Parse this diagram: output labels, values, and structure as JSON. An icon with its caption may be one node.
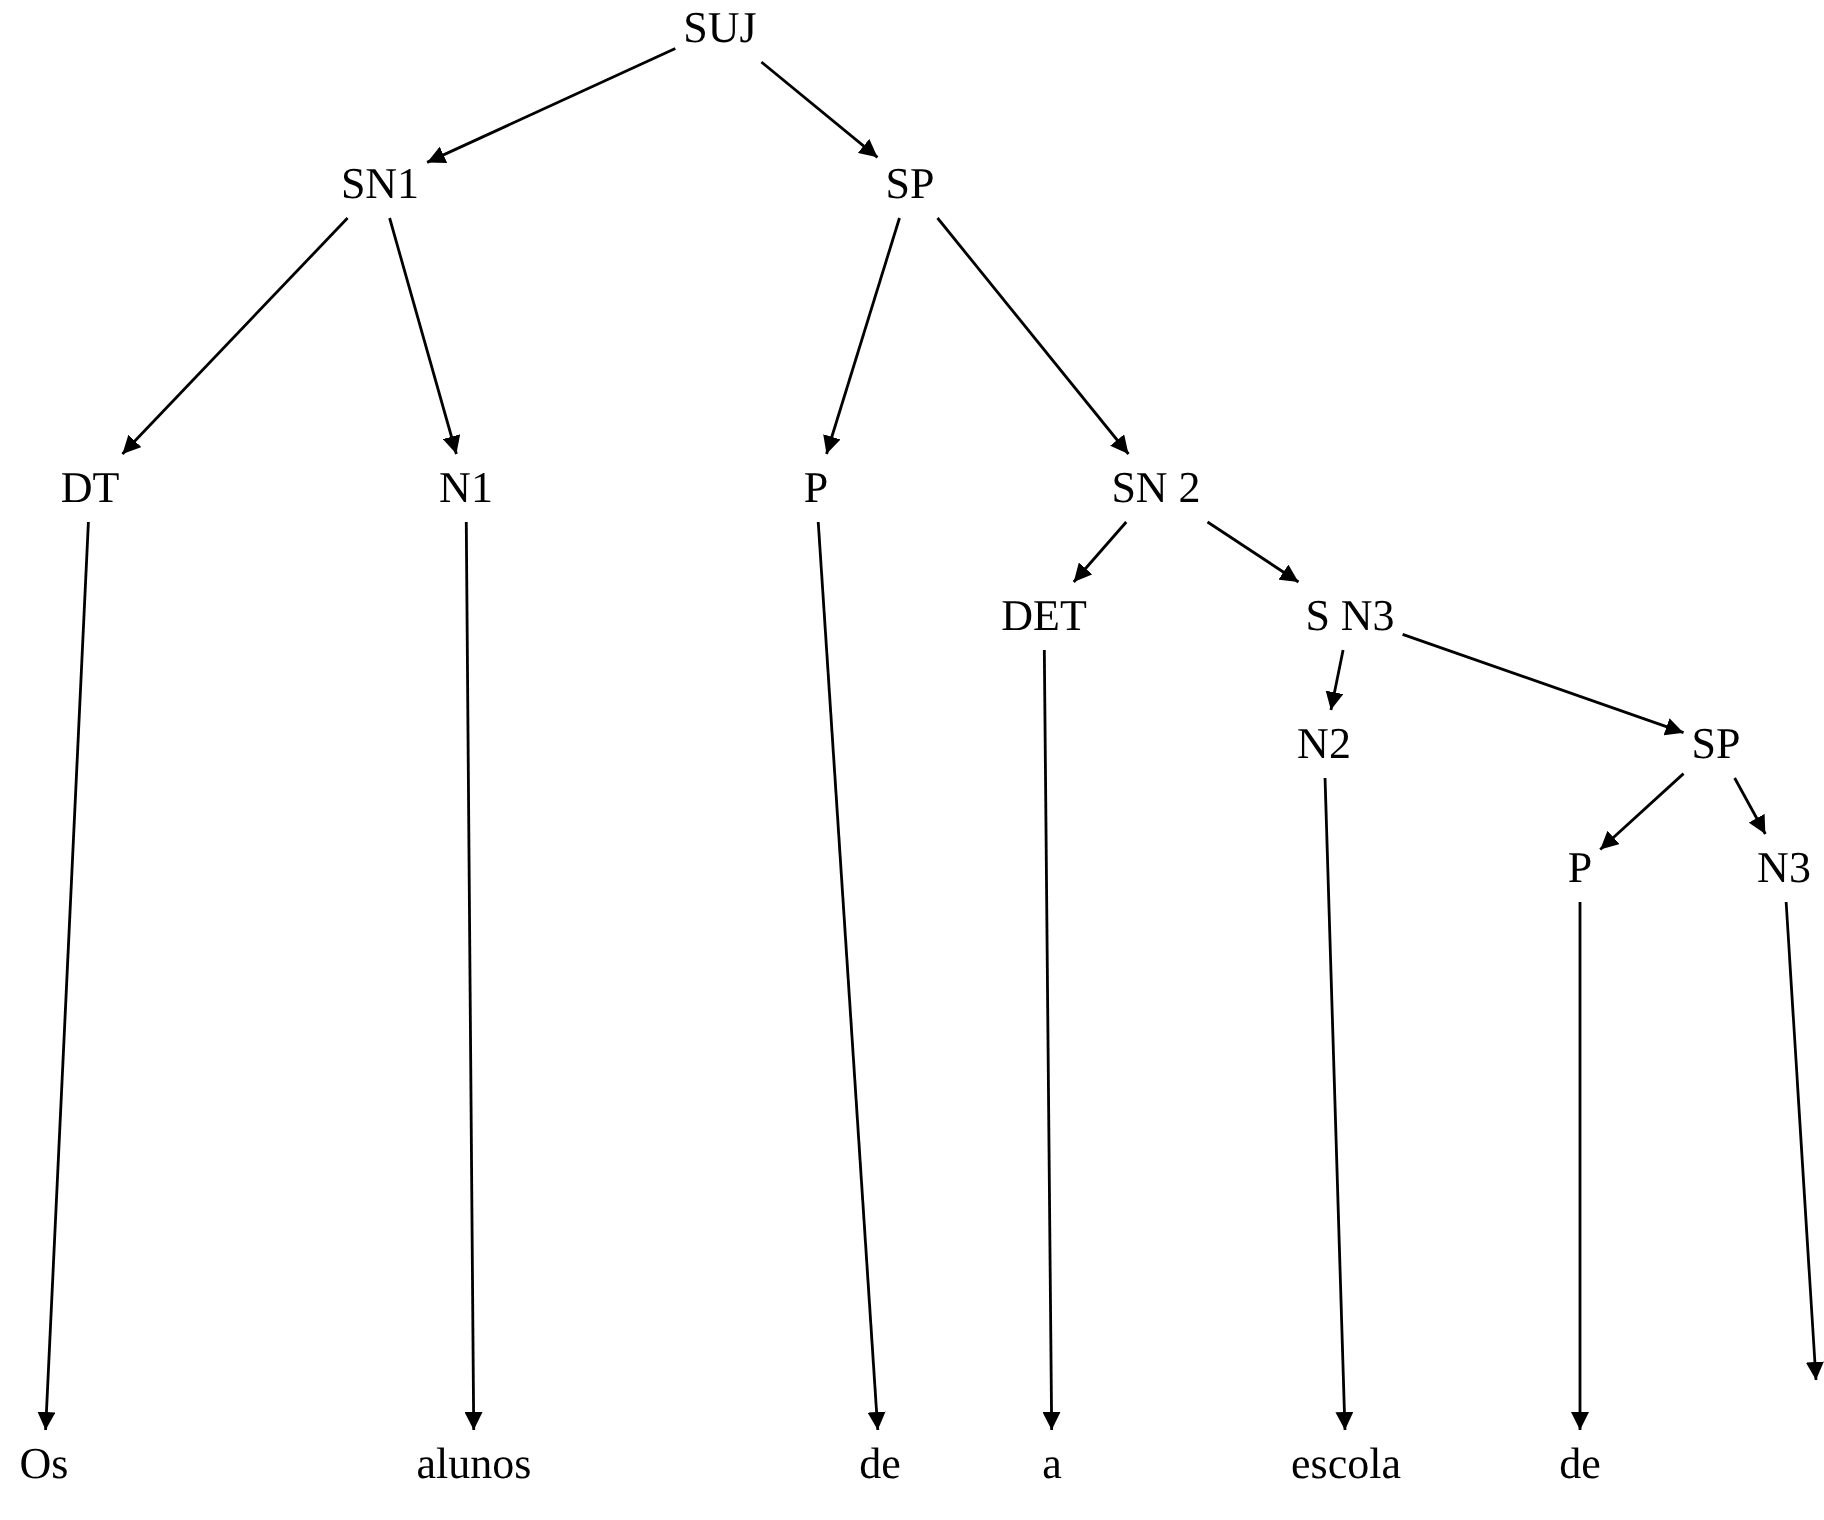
{
  "diagram": {
    "nodes": [
      {
        "text": [
          "SUJ"
        ]
      },
      {
        "text": [
          "SN1"
        ]
      },
      {
        "text": [
          "SP"
        ]
      },
      {
        "text": [
          "DT"
        ]
      },
      {
        "text": [
          "N1"
        ]
      },
      {
        "text": [
          "P"
        ]
      },
      {
        "text": [
          "SN 2"
        ]
      },
      {
        "text": [
          "DET"
        ]
      },
      {
        "text": [
          "S N3"
        ]
      },
      {
        "text": [
          "N2"
        ]
      },
      {
        "text": [
          "SP"
        ]
      },
      {
        "text": [
          "P"
        ]
      },
      {
        "text": [
          "N3"
        ]
      },
      {
        "text": [
          "Os"
        ]
      },
      {
        "text": [
          "alunos"
        ]
      },
      {
        "text": [
          "de"
        ]
      },
      {
        "text": [
          "a"
        ]
      },
      {
        "text": [
          "escola"
        ]
      },
      {
        "text": [
          "de"
        ]
      }
    ],
    "edges": [
      {
        "from": 0,
        "to": 1,
        "arrow": "to"
      },
      {
        "from": 0,
        "to": 2,
        "arrow": "to"
      },
      {
        "from": 1,
        "to": 3,
        "arrow": "to"
      },
      {
        "from": 1,
        "to": 4,
        "arrow": "to"
      },
      {
        "from": 2,
        "to": 5,
        "arrow": "to"
      },
      {
        "from": 2,
        "to": 6,
        "arrow": "to"
      },
      {
        "from": 6,
        "to": 7,
        "arrow": "to"
      },
      {
        "from": 6,
        "to": 8,
        "arrow": "to"
      },
      {
        "from": 8,
        "to": 9,
        "arrow": "to"
      },
      {
        "from": 8,
        "to": 10,
        "arrow": "to"
      },
      {
        "from": 10,
        "to": 11,
        "arrow": "to"
      },
      {
        "from": 10,
        "to": 12,
        "arrow": "to"
      },
      {
        "from": 3,
        "to": 13,
        "arrow": "to"
      },
      {
        "from": 4,
        "to": 14,
        "arrow": "to"
      },
      {
        "from": 5,
        "to": 15,
        "arrow": "to"
      },
      {
        "from": 7,
        "to": 16,
        "arrow": "to"
      },
      {
        "from": 9,
        "to": 17,
        "arrow": "to"
      },
      {
        "from": 11,
        "to": 18,
        "arrow": "to"
      },
      {
        "from": 12,
        "to": null,
        "arrow": "to"
      }
    ]
  }
}
